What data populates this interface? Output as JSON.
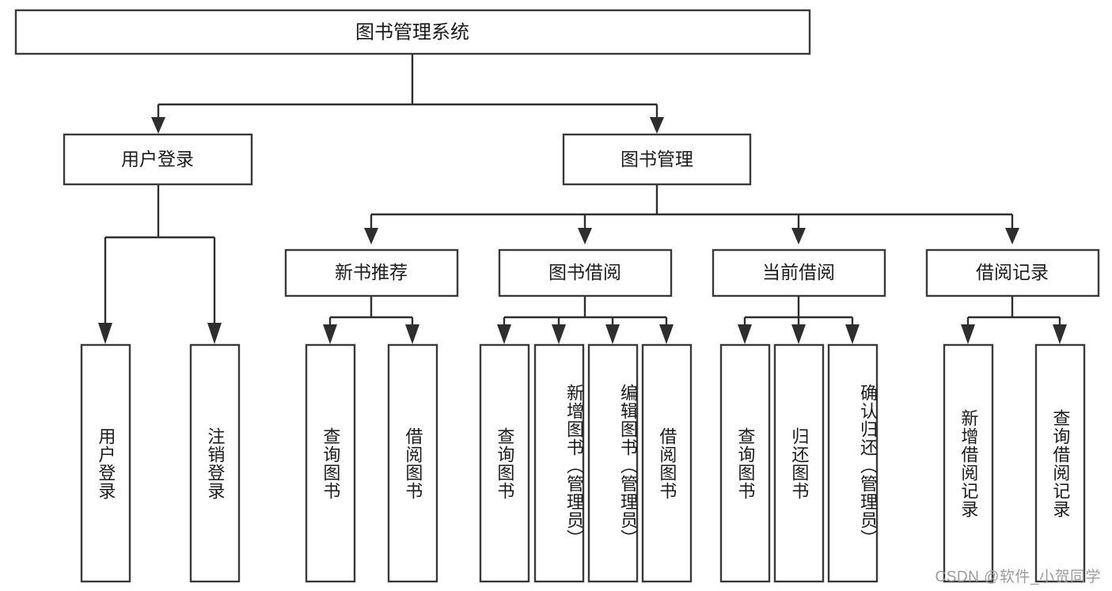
{
  "diagram": {
    "title": "图书管理系统",
    "type": "tree",
    "watermark": "CSDN @软件_小贺同学",
    "colors": {
      "background": "#ffffff",
      "box_stroke": "#3a3a3a",
      "connector": "#2e2e2e",
      "text": "#1b1b1b",
      "watermark": "#9b9b9b"
    },
    "root": {
      "label": "图书管理系统"
    },
    "level2": [
      {
        "label": "用户登录"
      },
      {
        "label": "图书管理"
      }
    ],
    "level3": [
      {
        "label": "新书推荐"
      },
      {
        "label": "图书借阅"
      },
      {
        "label": "当前借阅"
      },
      {
        "label": "借阅记录"
      }
    ],
    "leaves": {
      "user_login": [
        {
          "label": "用户登录"
        },
        {
          "label": "注销登录"
        }
      ],
      "new_book_recommend": [
        {
          "label": "查询图书"
        },
        {
          "label": "借阅图书"
        }
      ],
      "book_borrow": [
        {
          "label": "查询图书"
        },
        {
          "label": "新增图书（管理员）"
        },
        {
          "label": "编辑图书（管理员）"
        },
        {
          "label": "借阅图书"
        }
      ],
      "current_borrow": [
        {
          "label": "查询图书"
        },
        {
          "label": "归还图书"
        },
        {
          "label": "确认归还（管理员）"
        }
      ],
      "borrow_record": [
        {
          "label": "新增借阅记录"
        },
        {
          "label": "查询借阅记录"
        }
      ]
    }
  }
}
